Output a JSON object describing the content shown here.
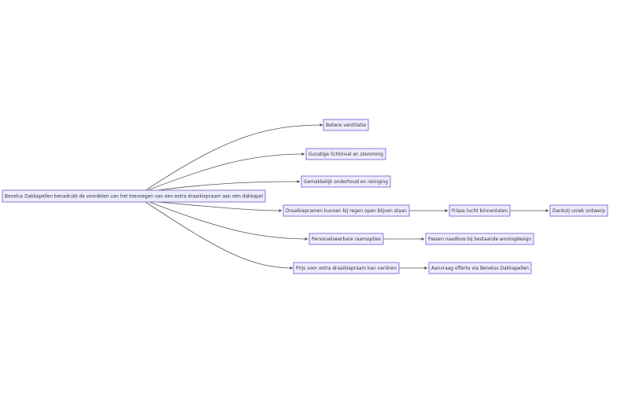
{
  "diagram": {
    "nodes": [
      {
        "id": "root",
        "label": "Benelux Dakkapellen benadrukt de voordelen van het toevoegen van een extra draaikiepraam aan een dakkapel"
      },
      {
        "id": "n1",
        "label": "Betere ventilatie"
      },
      {
        "id": "n2",
        "label": "Gunstige lichtinval en stemming"
      },
      {
        "id": "n3",
        "label": "Gemakkelijk onderhoud en reiniging"
      },
      {
        "id": "n4",
        "label": "Draaikiepramen kunnen bij regen open blijven staan"
      },
      {
        "id": "n5",
        "label": "Frisse lucht binnenlaten"
      },
      {
        "id": "n6",
        "label": "Dankzij uniek ontwerp"
      },
      {
        "id": "n7",
        "label": "Personaliseerbare raamopties"
      },
      {
        "id": "n8",
        "label": "Passen naadloos bij bestaande woningdesign"
      },
      {
        "id": "n9",
        "label": "Prijs voor extra draaikiepraam kan variëren"
      },
      {
        "id": "n10",
        "label": "Aanvraag offerte via Benelux Dakkapellen"
      }
    ],
    "edges": [
      {
        "from": "root",
        "to": "n1"
      },
      {
        "from": "root",
        "to": "n2"
      },
      {
        "from": "root",
        "to": "n3"
      },
      {
        "from": "root",
        "to": "n4"
      },
      {
        "from": "root",
        "to": "n7"
      },
      {
        "from": "root",
        "to": "n9"
      },
      {
        "from": "n4",
        "to": "n5"
      },
      {
        "from": "n5",
        "to": "n6"
      },
      {
        "from": "n7",
        "to": "n8"
      },
      {
        "from": "n9",
        "to": "n10"
      }
    ]
  }
}
